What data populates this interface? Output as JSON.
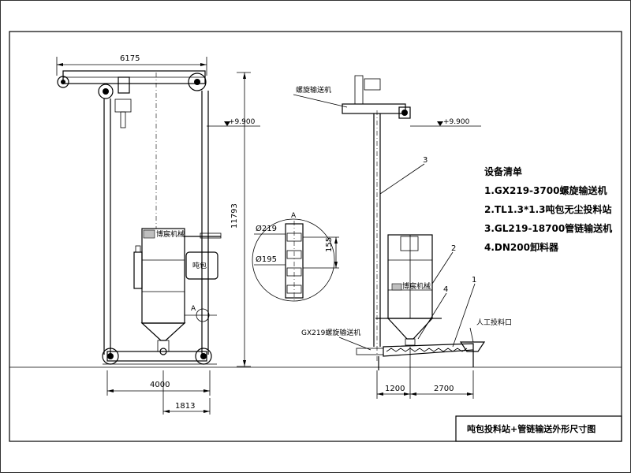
{
  "title_block": {
    "text": "吨包投料站+管链输送外形尺寸图"
  },
  "left_view": {
    "dim_top": "6175",
    "dim_height": "11793",
    "dim_base": "4000",
    "dim_offset": "1813",
    "elevation": "+9.900",
    "logo_text": "博宸机械",
    "label_a": "A"
  },
  "right_view": {
    "screw_top_label": "螺旋输送机",
    "elevation": "+9.900",
    "screw_bottom_label": "GX219螺旋输送机",
    "manual_inlet_label": "人工投料口",
    "logo_text": "博宸机械",
    "dim_left": "1200",
    "dim_right": "2700",
    "callouts": [
      "1",
      "2",
      "3",
      "4"
    ]
  },
  "detail_a": {
    "label_a": "A",
    "dia_outer": "Ø219",
    "dia_inner": "Ø195",
    "pitch": "155"
  },
  "equipment_list": {
    "heading": "设备清单",
    "items": [
      "1.GX219-3700螺旋输送机",
      "2.TL1.3*1.3吨包无尘投料站",
      "3.GL219-18700管链输送机",
      "4.DN200卸料器"
    ]
  }
}
